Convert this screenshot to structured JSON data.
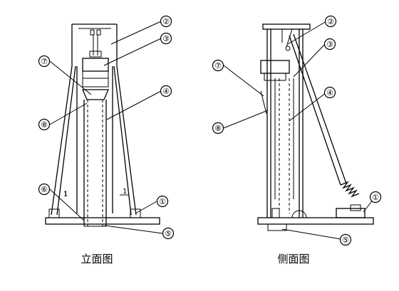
{
  "views": {
    "front": {
      "caption": "立面图",
      "callouts": [
        "①",
        "②",
        "③",
        "④",
        "⑤",
        "⑥",
        "⑦",
        "⑧"
      ]
    },
    "side": {
      "caption": "侧面图",
      "callouts": [
        "①",
        "②",
        "③",
        "④",
        "⑤",
        "⑦",
        "⑧"
      ]
    }
  },
  "small_marks": {
    "left": "1",
    "right": "1"
  }
}
